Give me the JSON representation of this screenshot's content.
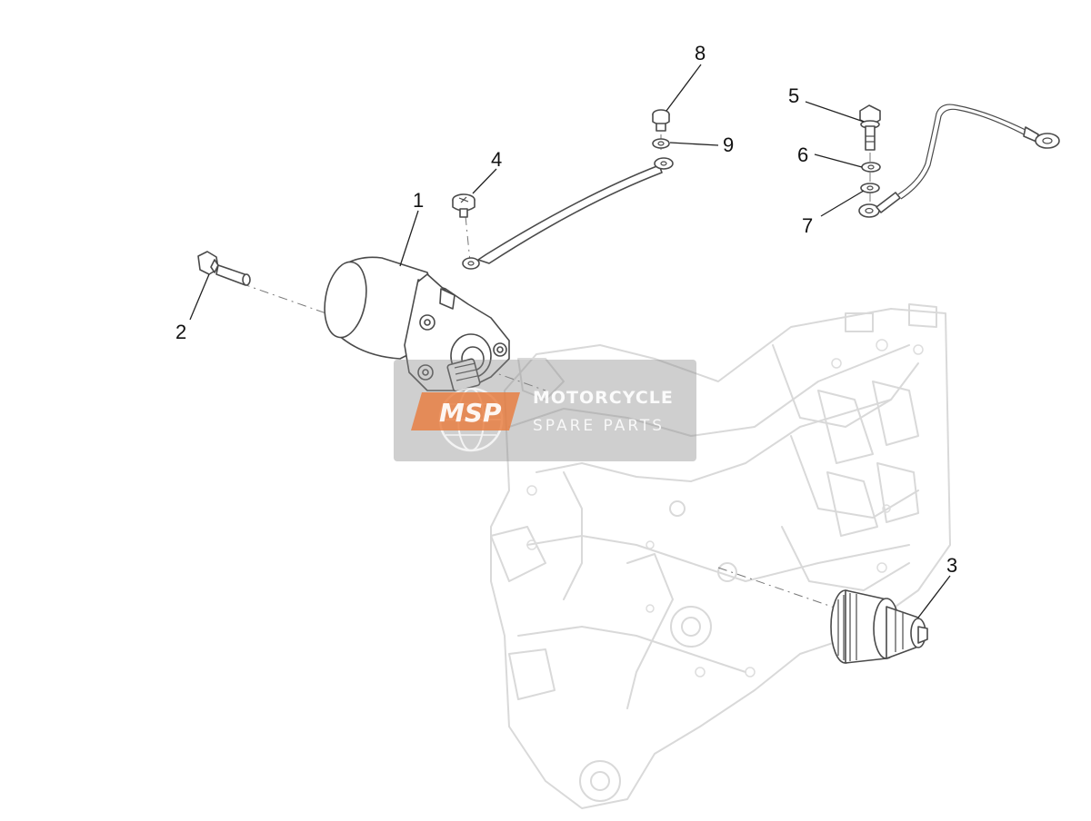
{
  "diagram": {
    "callouts": [
      "1",
      "2",
      "3",
      "4",
      "5",
      "6",
      "7",
      "8",
      "9"
    ]
  },
  "watermark": {
    "logo_text": "MSP",
    "line1": "MOTORCYCLE",
    "line2": "SPARE PARTS",
    "accent_color": "#e8793a"
  }
}
